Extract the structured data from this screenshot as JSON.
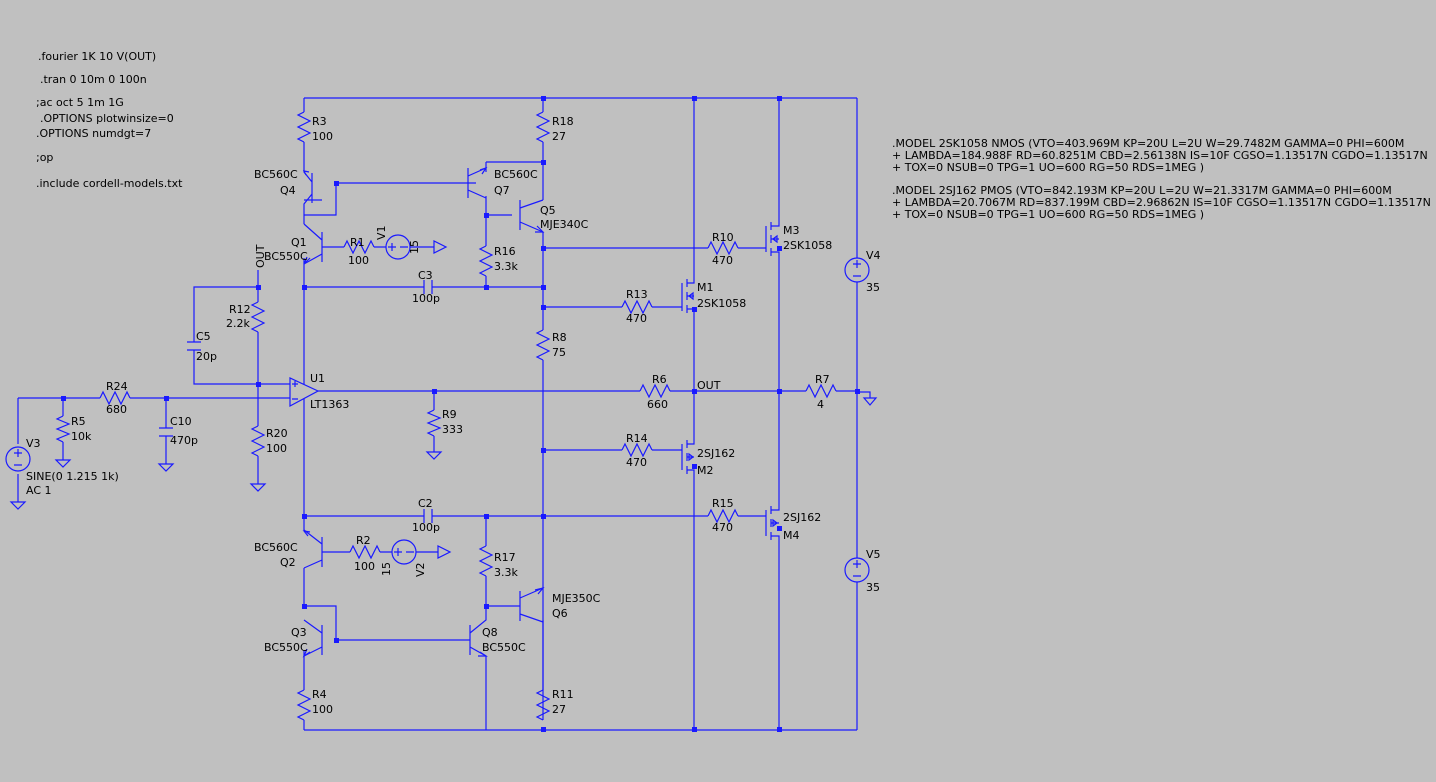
{
  "directives": [
    ".fourier 1K 10 V(OUT)",
    ".tran 0 10m 0 100n",
    ";ac oct 5 1m 1G",
    ".OPTIONS plotwinsize=0",
    ".OPTIONS numdgt=7",
    ";op",
    ".include cordell-models.txt"
  ],
  "models": [
    ".MODEL 2SK1058 NMOS (VTO=403.969M KP=20U L=2U W=29.7482M GAMMA=0 PHI=600M",
    "+ LAMBDA=184.988F RD=60.8251M CBD=2.56138N IS=10F CGSO=1.13517N CGDO=1.13517N",
    "+ TOX=0 NSUB=0 TPG=1 UO=600 RG=50 RDS=1MEG )",
    ".MODEL 2SJ162 PMOS (VTO=842.193M KP=20U L=2U W=21.3317M GAMMA=0 PHI=600M",
    "+ LAMBDA=20.7067M RD=837.199M CBD=2.96862N IS=10F CGSO=1.13517N CGDO=1.13517N",
    "+ TOX=0 NSUB=0 TPG=1 UO=600 RG=50 RDS=1MEG )"
  ],
  "components": {
    "R3": {
      "name": "R3",
      "value": "100"
    },
    "R18": {
      "name": "R18",
      "value": "27"
    },
    "Q4": {
      "name": "Q4",
      "model": "BC560C"
    },
    "Q7": {
      "name": "Q7",
      "model": "BC560C"
    },
    "Q5": {
      "name": "Q5",
      "model": "MJE340C"
    },
    "Q1": {
      "name": "Q1",
      "model": "BC550C"
    },
    "R1": {
      "name": "R1",
      "value": "100"
    },
    "V1": {
      "name": "V1",
      "value": "15"
    },
    "R16": {
      "name": "R16",
      "value": "3.3k"
    },
    "C3": {
      "name": "C3",
      "value": "100p"
    },
    "R10": {
      "name": "R10",
      "value": "470"
    },
    "M3": {
      "name": "M3",
      "model": "2SK1058"
    },
    "V4": {
      "name": "V4",
      "value": "35"
    },
    "R13": {
      "name": "R13",
      "value": "470"
    },
    "M1": {
      "name": "M1",
      "model": "2SK1058"
    },
    "R12": {
      "name": "R12",
      "value": "2.2k"
    },
    "C5": {
      "name": "C5",
      "value": "20p"
    },
    "R8": {
      "name": "R8",
      "value": "75"
    },
    "U1": {
      "name": "U1",
      "model": "LT1363"
    },
    "R6": {
      "name": "R6",
      "value": "660"
    },
    "R7": {
      "name": "R7",
      "value": "4"
    },
    "R24": {
      "name": "R24",
      "value": "680"
    },
    "R5": {
      "name": "R5",
      "value": "10k"
    },
    "C10": {
      "name": "C10",
      "value": "470p"
    },
    "R9": {
      "name": "R9",
      "value": "333"
    },
    "R20": {
      "name": "R20",
      "value": "100"
    },
    "V3": {
      "name": "V3",
      "value": "SINE(0 1.215 1k)",
      "ac": "AC 1"
    },
    "R14": {
      "name": "R14",
      "value": "470"
    },
    "M2": {
      "name": "M2",
      "model": "2SJ162"
    },
    "C2": {
      "name": "C2",
      "value": "100p"
    },
    "R15": {
      "name": "R15",
      "value": "470"
    },
    "M4": {
      "name": "M4",
      "model": "2SJ162"
    },
    "Q2": {
      "name": "Q2",
      "model": "BC560C"
    },
    "R2": {
      "name": "R2",
      "value": "100"
    },
    "V2": {
      "name": "V2",
      "value": "15"
    },
    "R17": {
      "name": "R17",
      "value": "3.3k"
    },
    "Q6": {
      "name": "Q6",
      "model": "MJE350C"
    },
    "V5": {
      "name": "V5",
      "value": "35"
    },
    "Q3": {
      "name": "Q3",
      "model": "BC550C"
    },
    "Q8": {
      "name": "Q8",
      "model": "BC550C"
    },
    "R4": {
      "name": "R4",
      "value": "100"
    },
    "R11": {
      "name": "R11",
      "value": "27"
    }
  },
  "net_labels": {
    "out_feedback": "OUT",
    "out_main": "OUT"
  },
  "colors": {
    "background": "#c0c0c0",
    "wire": "#1a1aff",
    "text": "#000000"
  }
}
